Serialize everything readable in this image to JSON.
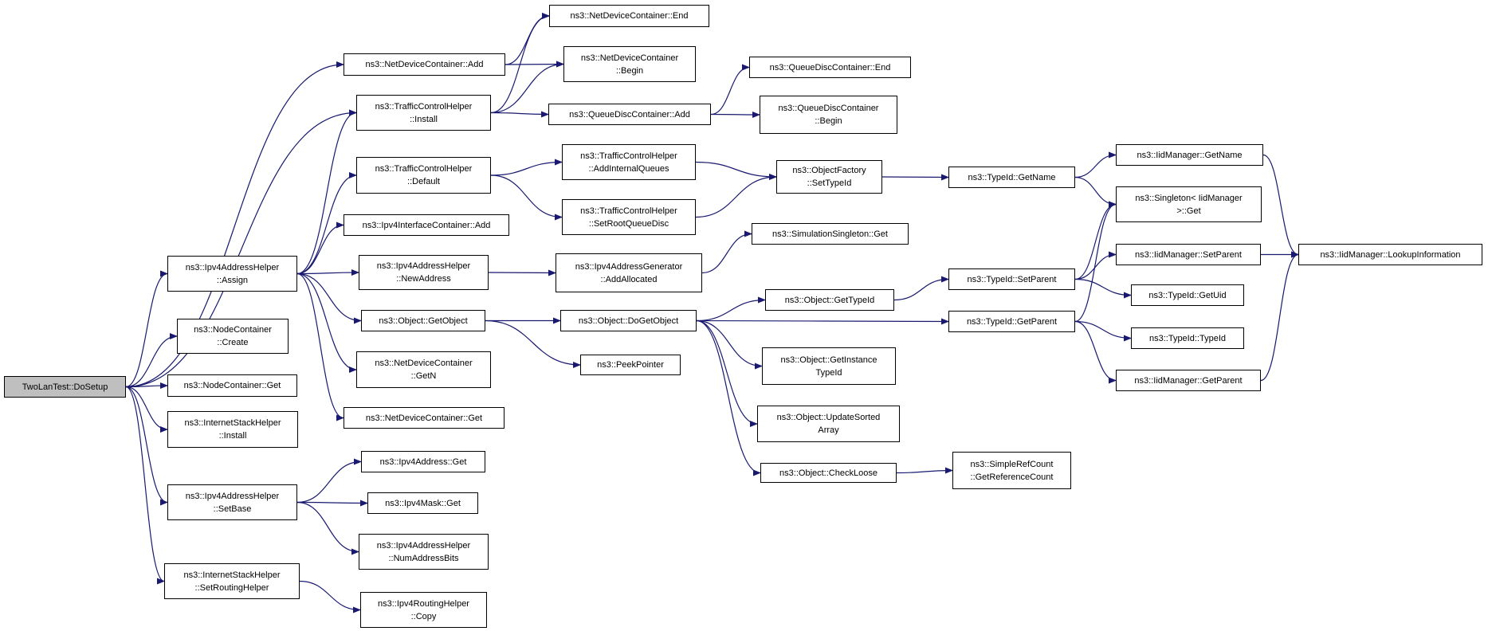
{
  "colors": {
    "edge": "#191970",
    "root_fill": "#bfbfbf",
    "node_fill": "#ffffff",
    "border": "#000000"
  },
  "nodes": [
    {
      "id": "root",
      "lines": [
        "TwoLanTest::DoSetup"
      ],
      "root": true
    },
    {
      "id": "ndc_add",
      "lines": [
        "ns3::NetDeviceContainer::Add"
      ]
    },
    {
      "id": "tch_install",
      "lines": [
        "ns3::TrafficControlHelper",
        "::Install"
      ]
    },
    {
      "id": "tch_default",
      "lines": [
        "ns3::TrafficControlHelper",
        "::Default"
      ]
    },
    {
      "id": "ipv4ic_add",
      "lines": [
        "ns3::Ipv4InterfaceContainer::Add"
      ]
    },
    {
      "id": "ipv4ah_assign",
      "lines": [
        "ns3::Ipv4AddressHelper",
        "::Assign"
      ]
    },
    {
      "id": "nc_create",
      "lines": [
        "ns3::NodeContainer",
        "::Create"
      ]
    },
    {
      "id": "nc_get",
      "lines": [
        "ns3::NodeContainer::Get"
      ]
    },
    {
      "id": "ish_install",
      "lines": [
        "ns3::InternetStackHelper",
        "::Install"
      ]
    },
    {
      "id": "ipv4ah_setbase",
      "lines": [
        "ns3::Ipv4AddressHelper",
        "::SetBase"
      ]
    },
    {
      "id": "ish_setrouting",
      "lines": [
        "ns3::InternetStackHelper",
        "::SetRoutingHelper"
      ]
    },
    {
      "id": "ndc_end",
      "lines": [
        "ns3::NetDeviceContainer::End"
      ]
    },
    {
      "id": "ndc_begin",
      "lines": [
        "ns3::NetDeviceContainer",
        "::Begin"
      ]
    },
    {
      "id": "qdc_add",
      "lines": [
        "ns3::QueueDiscContainer::Add"
      ]
    },
    {
      "id": "tch_addinternal",
      "lines": [
        "ns3::TrafficControlHelper",
        "::AddInternalQueues"
      ]
    },
    {
      "id": "tch_setroot",
      "lines": [
        "ns3::TrafficControlHelper",
        "::SetRootQueueDisc"
      ]
    },
    {
      "id": "ipv4ah_newaddr",
      "lines": [
        "ns3::Ipv4AddressHelper",
        "::NewAddress"
      ]
    },
    {
      "id": "obj_getobject",
      "lines": [
        "ns3::Object::GetObject"
      ]
    },
    {
      "id": "ndc_getn",
      "lines": [
        "ns3::NetDeviceContainer",
        "::GetN"
      ]
    },
    {
      "id": "ndc_get",
      "lines": [
        "ns3::NetDeviceContainer::Get"
      ]
    },
    {
      "id": "ipv4addr_get",
      "lines": [
        "ns3::Ipv4Address::Get"
      ]
    },
    {
      "id": "ipv4mask_get",
      "lines": [
        "ns3::Ipv4Mask::Get"
      ]
    },
    {
      "id": "ipv4ah_numbits",
      "lines": [
        "ns3::Ipv4AddressHelper",
        "::NumAddressBits"
      ]
    },
    {
      "id": "ipv4rh_copy",
      "lines": [
        "ns3::Ipv4RoutingHelper",
        "::Copy"
      ]
    },
    {
      "id": "qdc_end",
      "lines": [
        "ns3::QueueDiscContainer::End"
      ]
    },
    {
      "id": "qdc_begin",
      "lines": [
        "ns3::QueueDiscContainer",
        "::Begin"
      ]
    },
    {
      "id": "of_settypeid",
      "lines": [
        "ns3::ObjectFactory",
        "::SetTypeId"
      ]
    },
    {
      "id": "ss_get",
      "lines": [
        "ns3::SimulationSingleton::Get"
      ]
    },
    {
      "id": "ipv4ag_addalloc",
      "lines": [
        "ns3::Ipv4AddressGenerator",
        "::AddAllocated"
      ]
    },
    {
      "id": "obj_dogetobject",
      "lines": [
        "ns3::Object::DoGetObject"
      ]
    },
    {
      "id": "peekpointer",
      "lines": [
        "ns3::PeekPointer"
      ]
    },
    {
      "id": "tid_getname",
      "lines": [
        "ns3::TypeId::GetName"
      ]
    },
    {
      "id": "obj_gettypeid",
      "lines": [
        "ns3::Object::GetTypeId"
      ]
    },
    {
      "id": "obj_getinstance",
      "lines": [
        "ns3::Object::GetInstance",
        "TypeId"
      ]
    },
    {
      "id": "obj_updatesorted",
      "lines": [
        "ns3::Object::UpdateSorted",
        "Array"
      ]
    },
    {
      "id": "obj_checkloose",
      "lines": [
        "ns3::Object::CheckLoose"
      ]
    },
    {
      "id": "tid_setparent",
      "lines": [
        "ns3::TypeId::SetParent"
      ]
    },
    {
      "id": "tid_getparent",
      "lines": [
        "ns3::TypeId::GetParent"
      ]
    },
    {
      "id": "src_getrefcount",
      "lines": [
        "ns3::SimpleRefCount",
        "::GetReferenceCount"
      ]
    },
    {
      "id": "iid_getname",
      "lines": [
        "ns3::IidManager::GetName"
      ]
    },
    {
      "id": "singleton_get",
      "lines": [
        "ns3::Singleton< IidManager",
        " >::Get"
      ]
    },
    {
      "id": "iid_setparent",
      "lines": [
        "ns3::IidManager::SetParent"
      ]
    },
    {
      "id": "tid_getuid",
      "lines": [
        "ns3::TypeId::GetUid"
      ]
    },
    {
      "id": "tid_typeid",
      "lines": [
        "ns3::TypeId::TypeId"
      ]
    },
    {
      "id": "iid_getparent",
      "lines": [
        "ns3::IidManager::GetParent"
      ]
    },
    {
      "id": "iid_lookup",
      "lines": [
        "ns3::IidManager::LookupInformation"
      ]
    }
  ],
  "edges": [
    [
      "root",
      "ndc_add"
    ],
    [
      "root",
      "tch_install"
    ],
    [
      "root",
      "ipv4ah_assign"
    ],
    [
      "root",
      "nc_create"
    ],
    [
      "root",
      "nc_get"
    ],
    [
      "root",
      "ish_install"
    ],
    [
      "root",
      "ipv4ah_setbase"
    ],
    [
      "root",
      "ish_setrouting"
    ],
    [
      "ndc_add",
      "ndc_end"
    ],
    [
      "ndc_add",
      "ndc_begin"
    ],
    [
      "tch_install",
      "ndc_end"
    ],
    [
      "tch_install",
      "ndc_begin"
    ],
    [
      "tch_install",
      "qdc_add"
    ],
    [
      "qdc_add",
      "qdc_end"
    ],
    [
      "qdc_add",
      "qdc_begin"
    ],
    [
      "tch_default",
      "tch_addinternal"
    ],
    [
      "tch_default",
      "tch_setroot"
    ],
    [
      "tch_addinternal",
      "of_settypeid"
    ],
    [
      "tch_setroot",
      "of_settypeid"
    ],
    [
      "of_settypeid",
      "tid_getname"
    ],
    [
      "tid_getname",
      "iid_getname"
    ],
    [
      "tid_getname",
      "singleton_get"
    ],
    [
      "iid_getname",
      "iid_lookup"
    ],
    [
      "ipv4ah_assign",
      "tch_install"
    ],
    [
      "ipv4ah_assign",
      "tch_default"
    ],
    [
      "ipv4ah_assign",
      "ipv4ic_add"
    ],
    [
      "ipv4ah_assign",
      "ipv4ah_newaddr"
    ],
    [
      "ipv4ah_assign",
      "obj_getobject"
    ],
    [
      "ipv4ah_assign",
      "ndc_getn"
    ],
    [
      "ipv4ah_assign",
      "ndc_get"
    ],
    [
      "ipv4ah_newaddr",
      "ipv4ag_addalloc"
    ],
    [
      "ipv4ag_addalloc",
      "ss_get"
    ],
    [
      "obj_getobject",
      "obj_dogetobject"
    ],
    [
      "obj_getobject",
      "peekpointer"
    ],
    [
      "obj_dogetobject",
      "obj_gettypeid"
    ],
    [
      "obj_dogetobject",
      "tid_getparent"
    ],
    [
      "obj_dogetobject",
      "obj_getinstance"
    ],
    [
      "obj_dogetobject",
      "obj_updatesorted"
    ],
    [
      "obj_dogetobject",
      "obj_checkloose"
    ],
    [
      "obj_gettypeid",
      "tid_setparent"
    ],
    [
      "tid_setparent",
      "singleton_get"
    ],
    [
      "tid_setparent",
      "iid_setparent"
    ],
    [
      "tid_setparent",
      "tid_getuid"
    ],
    [
      "iid_setparent",
      "iid_lookup"
    ],
    [
      "tid_getparent",
      "singleton_get"
    ],
    [
      "tid_getparent",
      "tid_typeid"
    ],
    [
      "tid_getparent",
      "iid_getparent"
    ],
    [
      "iid_getparent",
      "iid_lookup"
    ],
    [
      "obj_checkloose",
      "src_getrefcount"
    ],
    [
      "ipv4ah_setbase",
      "ipv4addr_get"
    ],
    [
      "ipv4ah_setbase",
      "ipv4mask_get"
    ],
    [
      "ipv4ah_setbase",
      "ipv4ah_numbits"
    ],
    [
      "ish_setrouting",
      "ipv4rh_copy"
    ]
  ]
}
